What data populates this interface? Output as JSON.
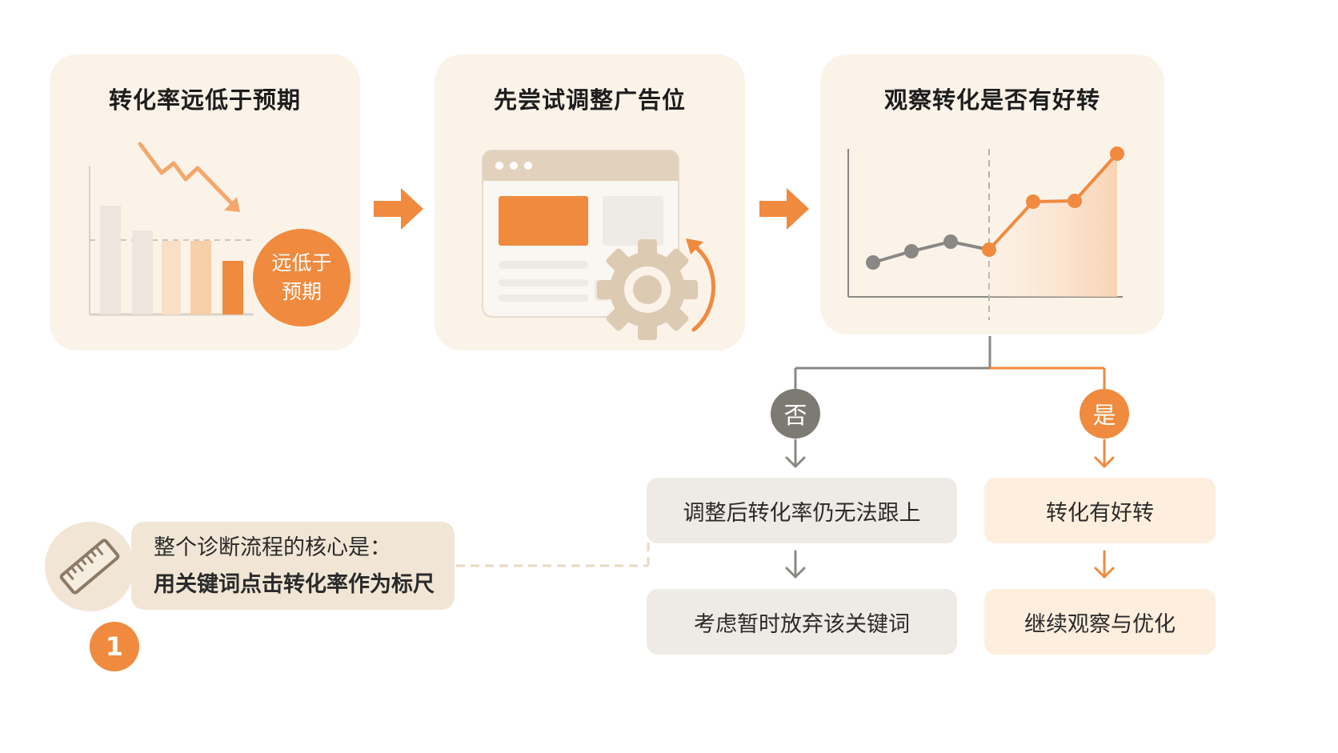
{
  "steps": [
    {
      "title": "转化率远低于预期",
      "badge_line1": "远低于",
      "badge_line2": "预期"
    },
    {
      "title": "先尝试调整广告位"
    },
    {
      "title": "观察转化是否有好转"
    }
  ],
  "branches": {
    "no": {
      "label": "否",
      "step1": "调整后转化率仍无法跟上",
      "step2": "考虑暂时放弃该关键词"
    },
    "yes": {
      "label": "是",
      "step1": "转化有好转",
      "step2": "继续观察与优化"
    }
  },
  "note": {
    "line1": "整个诊断流程的核心是：",
    "line2": "用关键词点击转化率作为标尺",
    "number": "1",
    "icon": "ruler-icon"
  },
  "colors": {
    "accent": "#f08a3e",
    "card_bg": "#fbf3e8",
    "gray": "#7d7a74",
    "beige": "#dfd0bb"
  }
}
